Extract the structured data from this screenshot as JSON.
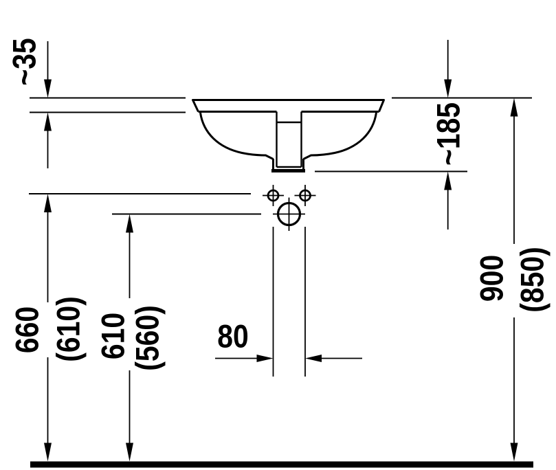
{
  "drawing": {
    "kind": "washbasin-installation-diagram",
    "colors": {
      "ink": "#000000",
      "background": "#ffffff"
    }
  },
  "dimensions": {
    "countertop_thickness": "~35",
    "basin_depth": "~185",
    "hole_spacing": "80",
    "counter_height": "900",
    "counter_height_alt": "(850)",
    "upper_holes_height": "660",
    "upper_holes_height_alt": "(610)",
    "drain_hole_height": "610",
    "drain_hole_height_alt": "(560)"
  }
}
